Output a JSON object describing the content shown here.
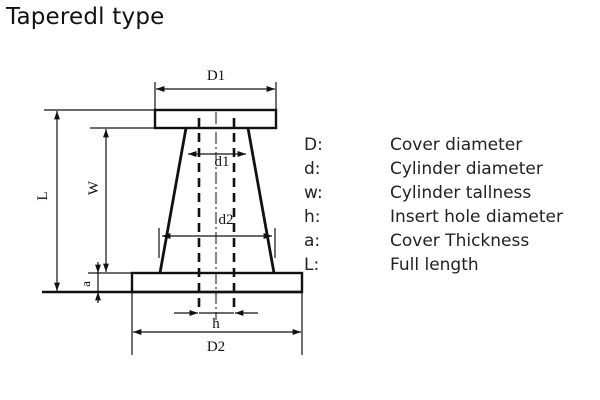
{
  "title": "Taperedl type",
  "dimension_labels": {
    "D1": "D1",
    "d1": "d1",
    "d2": "d2",
    "W": "W",
    "L": "L",
    "a": "a",
    "h": "h",
    "D2": "D2"
  },
  "legend": [
    {
      "key": "D:",
      "desc": "Cover diameter"
    },
    {
      "key": "d:",
      "desc": "Cylinder diameter"
    },
    {
      "key": "w:",
      "desc": "Cylinder tallness"
    },
    {
      "key": "h:",
      "desc": "Insert hole diameter"
    },
    {
      "key": "a:",
      "desc": "Cover Thickness"
    },
    {
      "key": "L:",
      "desc": "Full length"
    }
  ],
  "colors": {
    "line": "#111111",
    "text": "#222222",
    "background": "#ffffff"
  }
}
